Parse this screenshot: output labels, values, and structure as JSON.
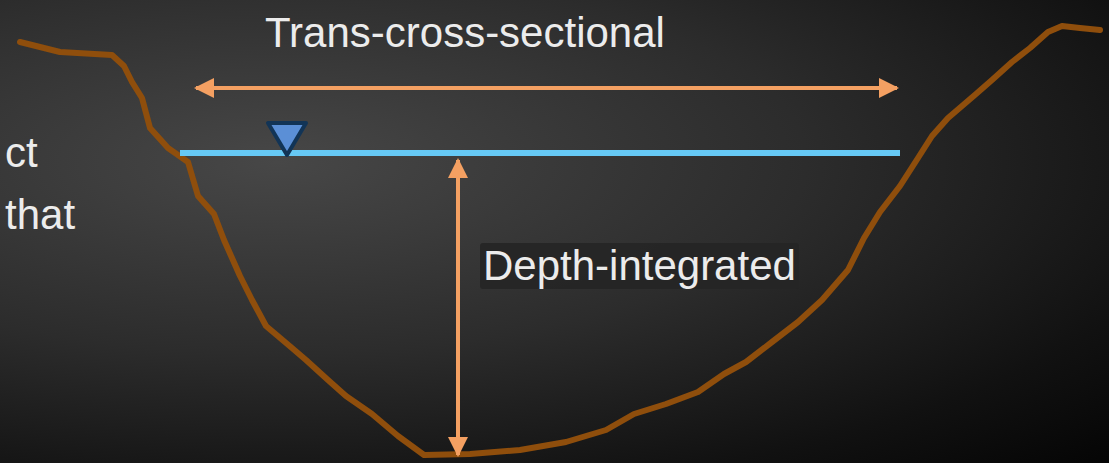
{
  "diagram": {
    "labels": [
      "Trans-cross-sectional",
      "Depth-integrated",
      "ct",
      "that"
    ]
  }
}
